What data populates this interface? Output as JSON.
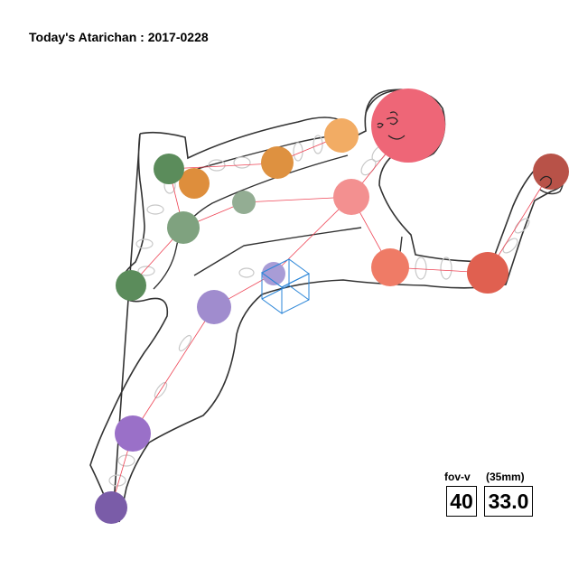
{
  "title": "Today's Atarichan : 2017-0228",
  "readout": {
    "fov_label": "fov-v",
    "mm_label": "(35mm)",
    "fov_value": "40",
    "mm_value": "33.0"
  },
  "colors": {
    "outline": "#333333",
    "bone": "#ee4455",
    "ring": "#c8c8c8",
    "cube": "#2a85d8"
  }
}
